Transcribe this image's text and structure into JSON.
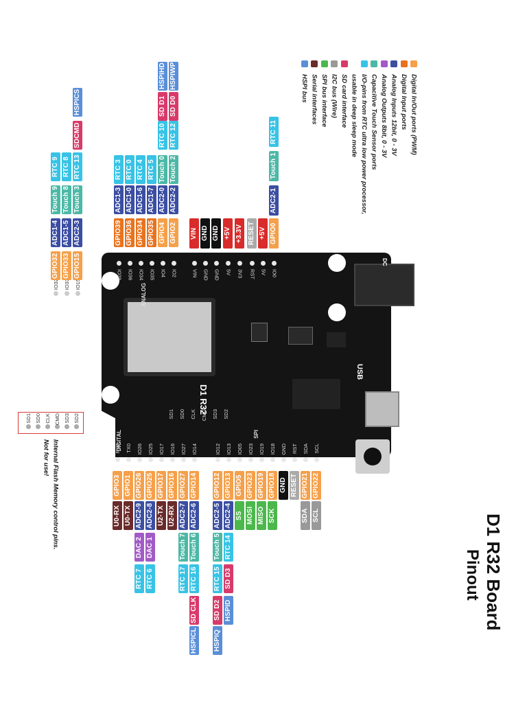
{
  "title": "D1 R32 Board",
  "subtitle": "Pinout",
  "colors": {
    "gpio": "#f5a04a",
    "input": "#e8731f",
    "adc": "#3b4ea2",
    "dac": "#a25bc6",
    "touch": "#4cb8a6",
    "rtc": "#38c3e6",
    "i2c": "#999999",
    "sd": "#d83a6a",
    "spi": "#4cb84c",
    "serial": "#6b2b2b",
    "hspi": "#5a8fd8",
    "power": "#d92b2b",
    "gnd": "#111111",
    "reset": "#aaaaaa",
    "board": "#111111"
  },
  "legend": [
    {
      "color": "gpio",
      "text": "Digital In/Out ports (PWM)"
    },
    {
      "color": "input",
      "text": "Digital Input ports"
    },
    {
      "color": "adc",
      "text": "Analog Inputs 12bit, 0 - 3V"
    },
    {
      "color": "dac",
      "text": "Analog Outputs 8bit, 0 - 3V"
    },
    {
      "color": "touch",
      "text": "Capacitive Touch Sensor ports"
    },
    {
      "color": "rtc",
      "text": "I/O-pins from RTC ultra low power processor,"
    },
    {
      "color": "",
      "text": "usable in deep sleep mode"
    },
    {
      "color": "sd",
      "text": "SD card interface"
    },
    {
      "color": "i2c",
      "text": "I2C bus (Wire)"
    },
    {
      "color": "spi",
      "text": "SPI bus interface"
    },
    {
      "color": "serial",
      "text": "Serial interfaces"
    },
    {
      "color": "hspi",
      "text": "HSPI bus"
    }
  ],
  "board": {
    "name": "D1 R32",
    "dc": "DC",
    "usb": "USB",
    "analog": "ANALOG",
    "digital": "DIGITAL",
    "spi": "SPI"
  },
  "top_power_pins": [
    "IO0",
    "5V",
    "RST",
    "3V3",
    "5V",
    "GND",
    "GND",
    "VIN"
  ],
  "top_power_labels": [
    {
      "col": 0,
      "text": "GPIO0",
      "color": "gpio"
    },
    {
      "col": 1,
      "text": "+5V",
      "color": "power"
    },
    {
      "col": 2,
      "text": "RESET",
      "color": "reset"
    },
    {
      "col": 3,
      "text": "+3.3V",
      "color": "power"
    },
    {
      "col": 4,
      "text": "+5V",
      "color": "power"
    },
    {
      "col": 5,
      "text": "GND",
      "color": "gnd"
    },
    {
      "col": 6,
      "text": "GND",
      "color": "gnd"
    },
    {
      "col": 7,
      "text": "VIN",
      "color": "power"
    }
  ],
  "top_power_extra": [
    {
      "col": 0,
      "level": 1,
      "text": "ADC2-1",
      "color": "adc"
    },
    {
      "col": 0,
      "level": 2,
      "text": "Touch 1",
      "color": "touch"
    },
    {
      "col": 0,
      "level": 3,
      "text": "RTC 11",
      "color": "rtc"
    }
  ],
  "analog_pins": [
    "IO2",
    "IO4",
    "IO35",
    "IO34",
    "IO36",
    "IO39"
  ],
  "analog_labels": [
    [
      "GPIO2",
      "ADC2-2",
      "Touch 2",
      "RTC 12",
      "SD D0",
      "HSPIWP"
    ],
    [
      "GPIO4",
      "ADC2-0",
      "Touch 0",
      "RTC 10",
      "SD D1",
      "HSPIHD"
    ],
    [
      "GPIO35",
      "ADC1-7",
      "RTC 5"
    ],
    [
      "GPIO34",
      "ADC1-6",
      "RTC 4"
    ],
    [
      "GPIO36",
      "ADC1-0",
      "RTC 0"
    ],
    [
      "GPIO39",
      "ADC1-3",
      "RTC 3"
    ]
  ],
  "analog_label_colors": [
    [
      "gpio",
      "adc",
      "touch",
      "rtc",
      "sd",
      "hspi"
    ],
    [
      "gpio",
      "adc",
      "touch",
      "rtc",
      "sd",
      "hspi"
    ],
    [
      "input",
      "adc",
      "rtc"
    ],
    [
      "input",
      "adc",
      "rtc"
    ],
    [
      "input",
      "adc",
      "rtc"
    ],
    [
      "input",
      "adc",
      "rtc"
    ]
  ],
  "side_pins": [
    "IO15",
    "IO33",
    "IO32"
  ],
  "side_labels": [
    [
      "GPIO15",
      "ADC2-3",
      "Touch 3",
      "RTC 13",
      "SDCMD",
      "HSPICS"
    ],
    [
      "GPIO33",
      "ADC1-5",
      "Touch 8",
      "RTC 8"
    ],
    [
      "GPIO32",
      "ADC1-4",
      "Touch 9",
      "RTC 9"
    ]
  ],
  "side_label_colors": [
    [
      "gpio",
      "adc",
      "touch",
      "rtc",
      "sd",
      "hspi"
    ],
    [
      "gpio",
      "adc",
      "touch",
      "rtc"
    ],
    [
      "gpio",
      "adc",
      "touch",
      "rtc"
    ]
  ],
  "bottom_pins": [
    "SCL",
    "SDA",
    "RST",
    "GND",
    "IO18",
    "IO19",
    "IO23",
    "IO05",
    "IO13",
    "IO12",
    "IO14",
    "IO27",
    "IO16",
    "IO17",
    "IO25",
    "IO26",
    "TX0",
    "RX0"
  ],
  "bottom_labels": [
    [
      "GPIO22",
      "SCL"
    ],
    [
      "GPIO21",
      "SDA"
    ],
    [
      "RESET"
    ],
    [
      "GND"
    ],
    [
      "GPIO18",
      "SCK"
    ],
    [
      "GPIO19",
      "MISO"
    ],
    [
      "GPIO23",
      "MOSI"
    ],
    [
      "GPIO5",
      "SS"
    ],
    [
      "GPIO13",
      "ADC2-4",
      "RTC 14",
      "SD D3",
      "HSPID"
    ],
    [
      "GPIO12",
      "ADC2-5",
      "Touch 5",
      "RTC 15",
      "SD D2",
      "HSPIQ"
    ],
    [
      "GPIO14",
      "ADC2-6",
      "Touch 6",
      "RTC 16",
      "SD CLK",
      "HSPICL"
    ],
    [
      "GPIO27",
      "ADC2-7",
      "Touch 7",
      "RTC 17"
    ],
    [
      "GPIO16",
      "U2-RX"
    ],
    [
      "GPIO17",
      "U2-TX"
    ],
    [
      "GPIO25",
      "ADC2-8",
      "DAC 1",
      "RTC 6"
    ],
    [
      "GPIO26",
      "ADC2-9",
      "DAC 2",
      "RTC 7"
    ],
    [
      "GPIO1",
      "U0-TX"
    ],
    [
      "GPIO3",
      "U0-RX"
    ]
  ],
  "bottom_label_colors": [
    [
      "gpio",
      "i2c"
    ],
    [
      "gpio",
      "i2c"
    ],
    [
      "reset"
    ],
    [
      "gnd"
    ],
    [
      "gpio",
      "spi"
    ],
    [
      "gpio",
      "spi"
    ],
    [
      "gpio",
      "spi"
    ],
    [
      "gpio",
      "spi"
    ],
    [
      "gpio",
      "adc",
      "rtc",
      "sd",
      "hspi"
    ],
    [
      "gpio",
      "adc",
      "touch",
      "rtc",
      "sd",
      "hspi"
    ],
    [
      "gpio",
      "adc",
      "touch",
      "rtc",
      "sd",
      "hspi"
    ],
    [
      "gpio",
      "adc",
      "touch",
      "rtc"
    ],
    [
      "gpio",
      "serial"
    ],
    [
      "gpio",
      "serial"
    ],
    [
      "gpio",
      "adc",
      "dac",
      "rtc"
    ],
    [
      "gpio",
      "adc",
      "dac",
      "rtc"
    ],
    [
      "gpio",
      "serial"
    ],
    [
      "gpio",
      "serial"
    ]
  ],
  "flash_pins_top": [
    "SD2",
    "SD3",
    "CMD",
    "CLK",
    "SD0",
    "SD1"
  ],
  "flash_pins_left": [
    "SD2",
    "SD3",
    "CMD",
    "CLK",
    "SD0",
    "SD1"
  ],
  "flash_note_1": "Internal Flash Memory control pins.",
  "flash_note_2": "Not for use!"
}
